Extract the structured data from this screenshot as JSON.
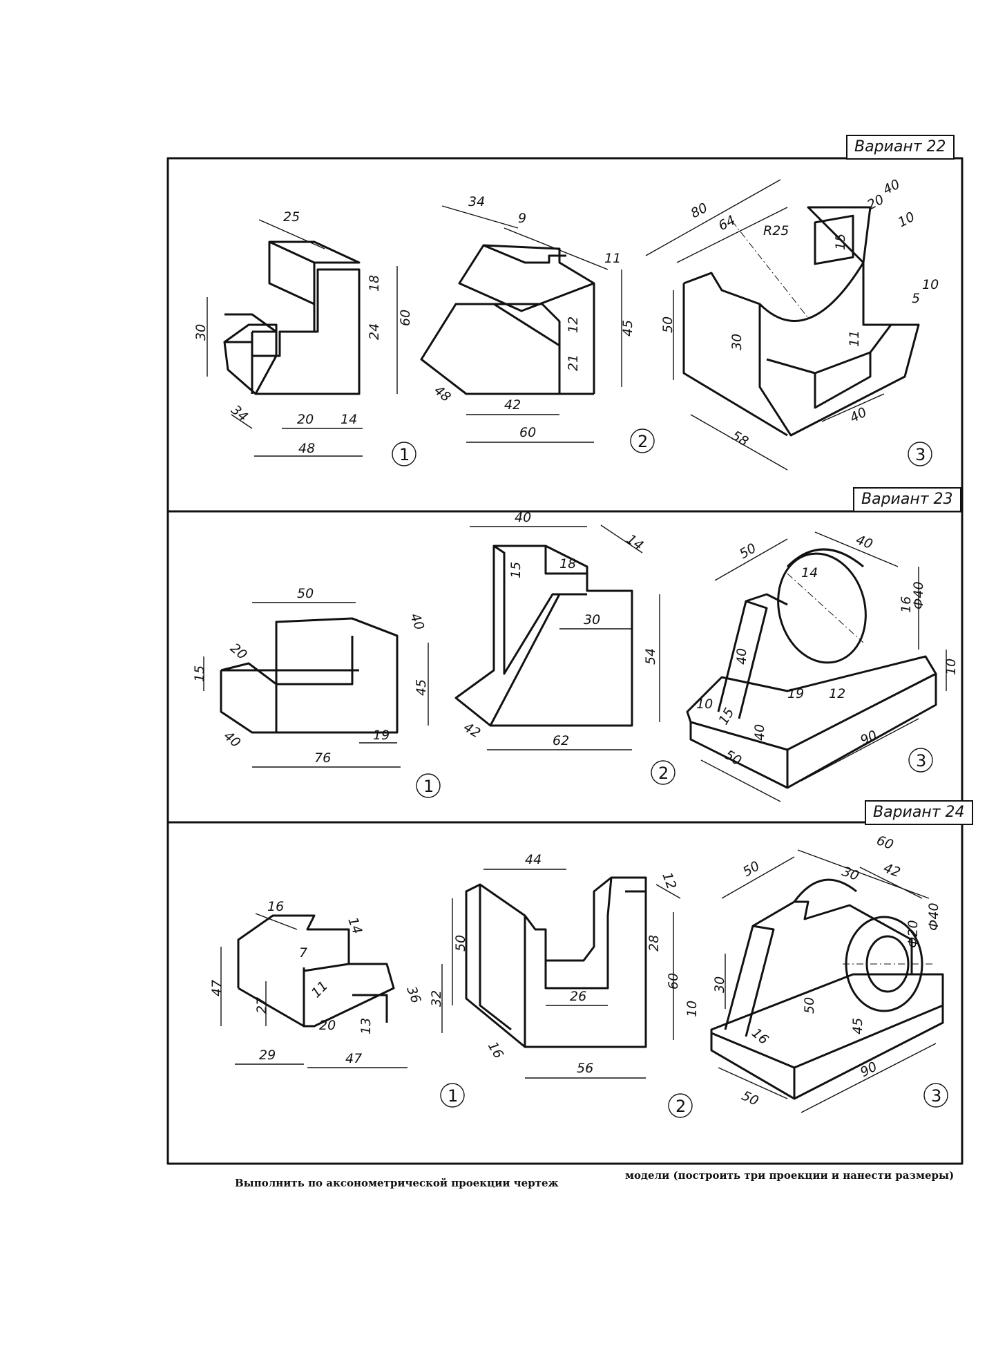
{
  "variants": [
    {
      "label": "Вариант 22",
      "models": [
        {
          "index": "1",
          "dims": [
            "25",
            "30",
            "18",
            "24",
            "60",
            "34",
            "20",
            "14",
            "48"
          ]
        },
        {
          "index": "2",
          "dims": [
            "34",
            "9",
            "11",
            "12",
            "45",
            "21",
            "48",
            "42",
            "60"
          ]
        },
        {
          "index": "3",
          "dims": [
            "80",
            "64",
            "R25",
            "40",
            "20",
            "10",
            "15",
            "10",
            "5",
            "50",
            "30",
            "11",
            "40",
            "58"
          ]
        }
      ]
    },
    {
      "label": "Вариант 23",
      "models": [
        {
          "index": "1",
          "dims": [
            "50",
            "40",
            "20",
            "15",
            "45",
            "40",
            "19",
            "76"
          ]
        },
        {
          "index": "2",
          "dims": [
            "40",
            "14",
            "15",
            "18",
            "30",
            "54",
            "42",
            "62"
          ]
        },
        {
          "index": "3",
          "dims": [
            "50",
            "40",
            "14",
            "16",
            "Ф40",
            "40",
            "10",
            "10",
            "15",
            "19",
            "12",
            "40",
            "90",
            "50"
          ]
        }
      ]
    },
    {
      "label": "Вариант 24",
      "models": [
        {
          "index": "1",
          "dims": [
            "16",
            "14",
            "7",
            "47",
            "27",
            "11",
            "36",
            "32",
            "20",
            "13",
            "29",
            "47"
          ]
        },
        {
          "index": "2",
          "dims": [
            "44",
            "12",
            "50",
            "28",
            "60",
            "26",
            "10",
            "16",
            "56"
          ]
        },
        {
          "index": "3",
          "dims": [
            "50",
            "60",
            "30",
            "42",
            "Ф20",
            "Ф40",
            "30",
            "50",
            "16",
            "45",
            "90",
            "50"
          ]
        }
      ]
    }
  ],
  "caption_left": "Выполнить по аксонометрической проекции чертеж",
  "caption_right": "модели (построить три проекции и нанести размеры)"
}
